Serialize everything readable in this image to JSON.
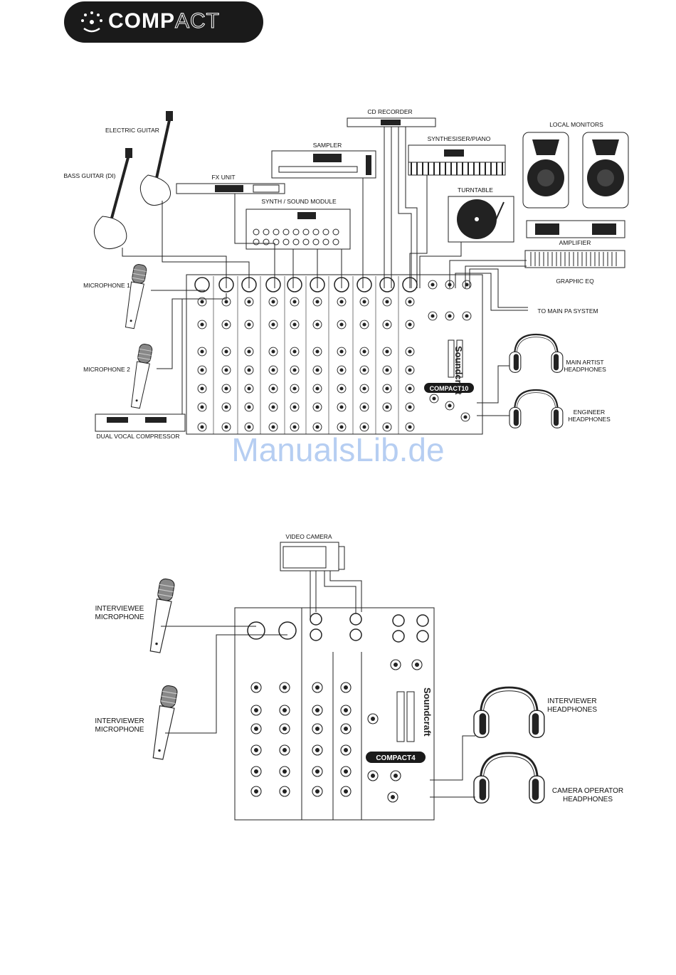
{
  "logo": {
    "text_bold": "COMP",
    "text_thin": "ACT"
  },
  "diagram1": {
    "labels": {
      "cd_recorder": "CD RECORDER",
      "electric_guitar": "ELECTRIC GUITAR",
      "sampler": "SAMPLER",
      "synthesiser": "SYNTHESISER/PIANO",
      "local_monitors": "LOCAL MONITORS",
      "bass_guitar": "BASS GUITAR (DI)",
      "fx_unit": "FX UNIT",
      "turntable": "TURNTABLE",
      "synth_module": "SYNTH / SOUND MODULE",
      "amplifier": "AMPLIFIER",
      "graphic_eq": "GRAPHIC EQ",
      "microphone1": "MICROPHONE 1",
      "main_pa": "TO MAIN PA SYSTEM",
      "main_artist_hp_1": "MAIN ARTIST",
      "main_artist_hp_2": "HEADPHONES",
      "microphone2": "MICROPHONE 2",
      "engineer_hp_1": "ENGINEER",
      "engineer_hp_2": "HEADPHONES",
      "dual_vocal_comp": "DUAL VOCAL COMPRESSOR"
    },
    "mixer_brand": "Soundcraft",
    "mixer_model": "COMPACT10"
  },
  "watermark": "ManualsLib.de",
  "diagram2": {
    "labels": {
      "video_camera": "VIDEO CAMERA",
      "interviewee_1": "INTERVIEWEE",
      "interviewee_2": "MICROPHONE",
      "interviewer_mic_1": "INTERVIEWER",
      "interviewer_mic_2": "MICROPHONE",
      "interviewer_hp_1": "INTERVIEWER",
      "interviewer_hp_2": "HEADPHONES",
      "camera_op_1": "CAMERA OPERATOR",
      "camera_op_2": "HEADPHONES"
    },
    "mixer_brand": "Soundcraft",
    "mixer_model": "COMPACT4"
  }
}
